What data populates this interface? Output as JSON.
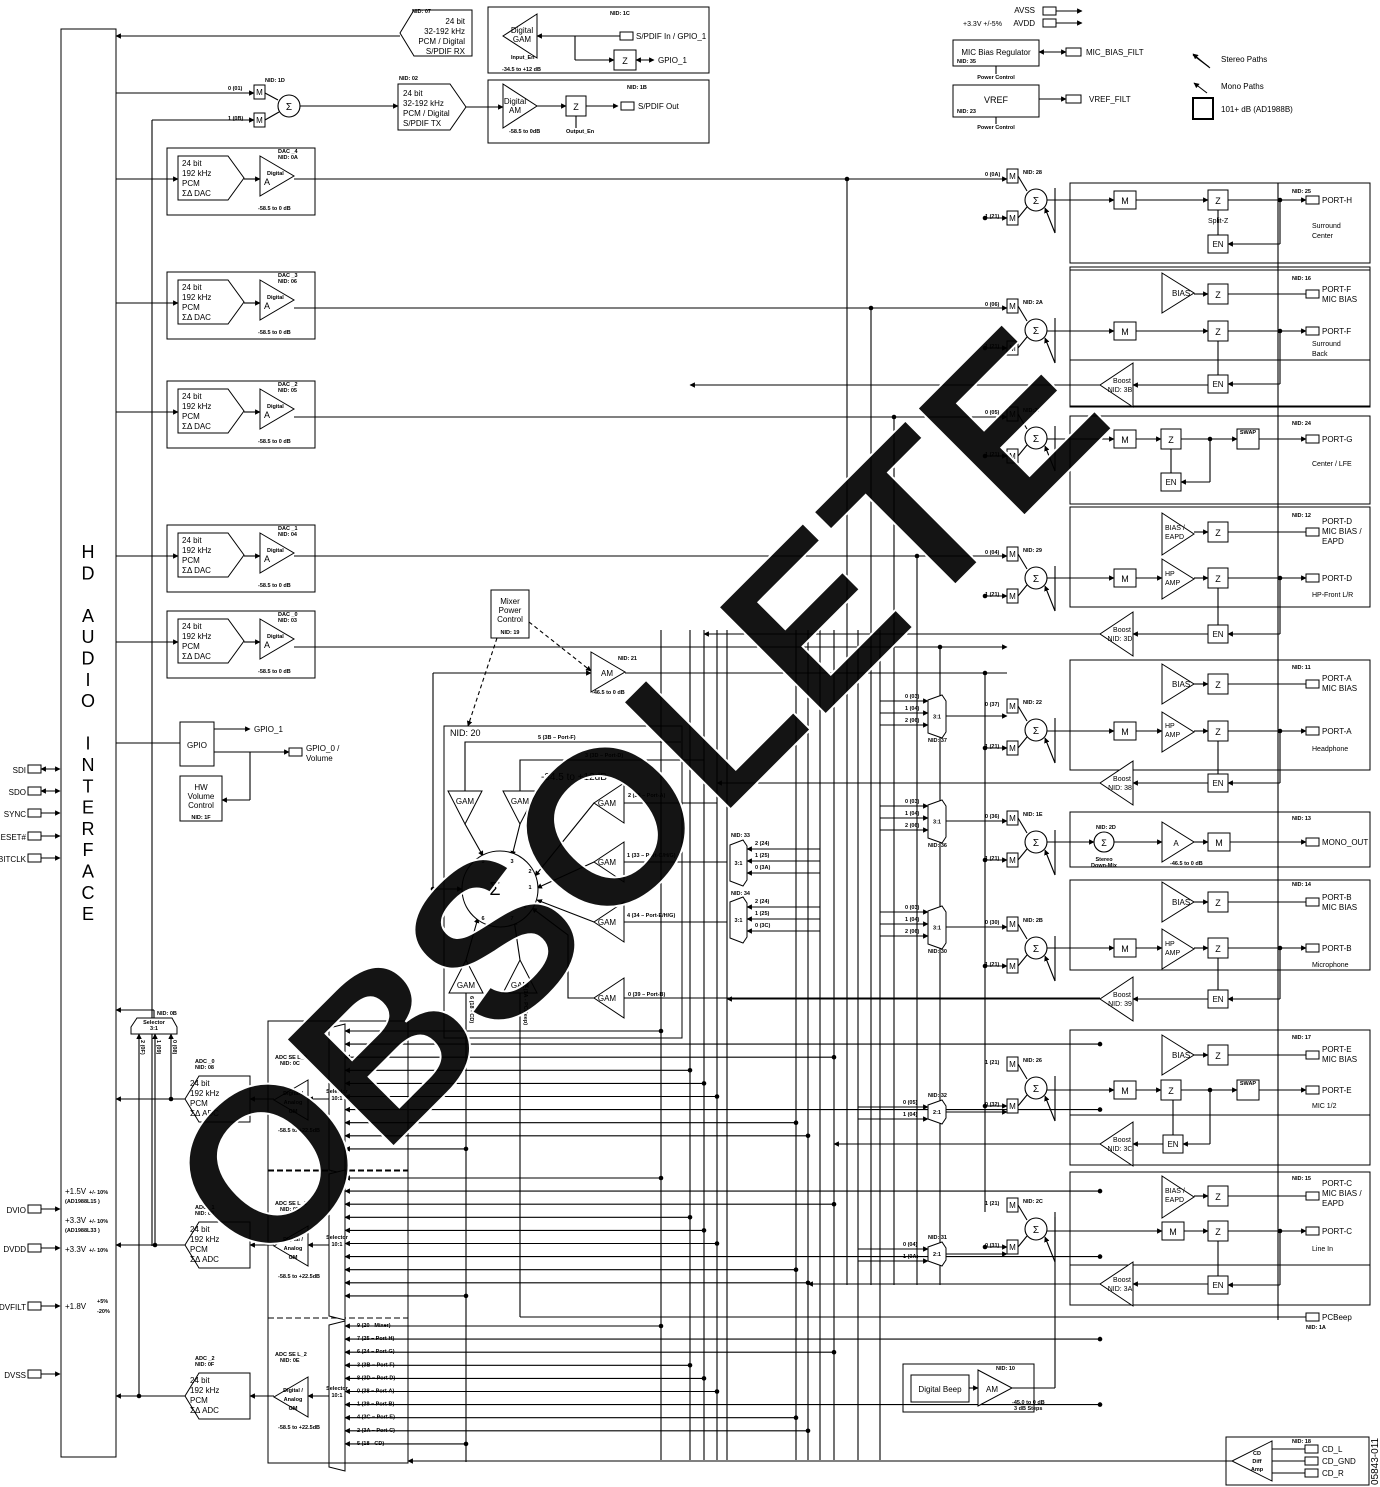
{
  "hd_interface_label": [
    "H",
    "D",
    "",
    "A",
    "U",
    "D",
    "I",
    "O",
    "",
    "I",
    "N",
    "T",
    "E",
    "R",
    "F",
    "A",
    "C",
    "E"
  ],
  "left_signals": [
    {
      "label": "SDI"
    },
    {
      "label": "SDO"
    },
    {
      "label": "SYNC"
    },
    {
      "label": "RESET#"
    },
    {
      "label": "BITCLK"
    },
    {
      "label": "DVIO"
    },
    {
      "label": "DVDD"
    },
    {
      "label": "DVFILT"
    },
    {
      "label": "DVSS"
    }
  ],
  "power_labels": {
    "v15": "+1.5V",
    "v15_tol": "+/- 10%",
    "v15_note": "(AD1988L15 )",
    "v33": "+3.3V",
    "v33_tol": "+/- 10%",
    "v33_note": "(AD1988L33 )",
    "v33b": "+3.3V",
    "v33b_tol": "+/- 10%",
    "v18": "+1.8V",
    "v18_tol_p": "+5%",
    "v18_tol_m": "-20%"
  },
  "top_right": {
    "avss": "AVSS",
    "avdd_supply": "+3.3V +/-5%",
    "avdd": "AVDD",
    "mic_bias_reg": "MIC Bias Regulator",
    "mic_bias_nid": "NID: 35",
    "mic_bias_filt": "MIC_BIAS_FILT",
    "vref": "VREF",
    "vref_nid": "NID: 23",
    "vref_filt": "VREF_FILT",
    "power_note": "Power Control"
  },
  "legend": {
    "stereo": "Stereo Paths",
    "mono": "Mono Paths",
    "box": "101+ dB (AD1988B)"
  },
  "spdif_rx": {
    "nid": "NID: 07",
    "lines": [
      "24 bit",
      "32-192 kHz",
      "PCM / Digital",
      "S/PDIF RX"
    ]
  },
  "spdif_tx": {
    "nid": "NID: 02",
    "lines": [
      "24 bit",
      "32-192 kHz",
      "PCM / Digital",
      "S/PDIF TX"
    ]
  },
  "spdif_in_block": {
    "nid": "NID: 1C",
    "amp": [
      "Digital",
      "GAM"
    ],
    "input_en": "Input_En",
    "range": "-34.5 to +12 dB",
    "z": "Z",
    "out1": "S/PDIF In / GPIO_1",
    "out2": "GPIO_1"
  },
  "spdif_out_block": {
    "nid": "NID: 1B",
    "amp": [
      "Digital",
      "AM"
    ],
    "z": "Z",
    "output_en": "Output_En",
    "range": "-58.5 to 0dB",
    "out": "S/PDIF Out"
  },
  "spdif_mix": {
    "nid": "NID: 1D",
    "in0": "0 (01)",
    "in1": "1 (0B)",
    "m": "M",
    "sum": "Σ"
  },
  "dacs": [
    {
      "name": "DAC _4",
      "nid": "NID: 0A"
    },
    {
      "name": "DAC _3",
      "nid": "NID: 06"
    },
    {
      "name": "DAC _2",
      "nid": "NID: 05"
    },
    {
      "name": "DAC _1",
      "nid": "NID: 04"
    },
    {
      "name": "DAC _0",
      "nid": "NID: 03"
    }
  ],
  "dac_lines": [
    "24 bit",
    "192 kHz",
    "PCM",
    "ΣΔ DAC"
  ],
  "dac_amp": [
    "Digital",
    "A"
  ],
  "dac_range": "-58.5 to 0 dB",
  "gpio": {
    "label": "GPIO",
    "out1": "GPIO_1",
    "out2": "GPIO_0 /",
    "out2b": "Volume"
  },
  "hw_volume": {
    "lines": [
      "HW",
      "Volume",
      "Control"
    ],
    "nid": "NID: 1F"
  },
  "mixer_power": {
    "lines": [
      "Mixer",
      "Power",
      "Control"
    ],
    "nid": "NID: 19"
  },
  "am21": {
    "nid": "NID: 21",
    "label": "AM",
    "range": "-46.5 to 0 dB"
  },
  "mixer20": {
    "nid": "NID: 20",
    "range": "-34.5 to +12dB",
    "sum": "Σ",
    "gam": "GAM",
    "inputs": [
      "5 (3B – Port-F)",
      "3 (3D – Port-D)",
      "2 (38 – Port-A)",
      "1 (33 – Port-C/H/G)",
      "4 (34 – Port-E/H/G)",
      "0 (39 – Port-B)",
      "6 (18 - CD)",
      "7 (1A - PCBeep)"
    ],
    "pins": [
      "5",
      "3",
      "2",
      "1",
      "0",
      "6",
      "7"
    ]
  },
  "selector0b": {
    "nid": "NID: 0B",
    "label": "Selector 3:1",
    "inputs": [
      "2 (0F)",
      "1 (09)",
      "0 (08)"
    ]
  },
  "adcs": [
    {
      "name": "ADC _0",
      "nid": "NID: 08",
      "sel": "ADC SE L_0",
      "sel_nid": "NID: 0C",
      "range": "-58.5 to +22.5dB"
    },
    {
      "name": "ADC _1",
      "nid": "NID: 09",
      "sel": "ADC SE L_1",
      "sel_nid": "NID: 0D",
      "range": "-58.5 to +22.5dB"
    },
    {
      "name": "ADC _2",
      "nid": "NID: 0F",
      "sel": "ADC SE L_2",
      "sel_nid": "NID: 0E",
      "range": "-58.5 to +22.5dB"
    }
  ],
  "adc_lines": [
    "24 bit",
    "192 kHz",
    "PCM",
    "ΣΔ ADC"
  ],
  "adc_amp": [
    "Digital /",
    "Analog",
    "GM"
  ],
  "adc_selector": [
    "Selector",
    "10:1"
  ],
  "adc_sel_inputs": [
    "9 (20 - Mixer)",
    "7 (25 – Port-H)",
    "6 (24 – Port-G)",
    "3 (3B – Port-F)",
    "8 (3D – Port-D)",
    "0 (38 – Port-A)",
    "1 (39 – Port-B)",
    "4 (3C – Port-E)",
    "2 (3A – Port-C)",
    "5 (18 - CD)"
  ],
  "sel33": {
    "nid": "NID: 33",
    "ratio": "3:1",
    "in": [
      "2 (24)",
      "1 (25)",
      "0 (3A)"
    ]
  },
  "sel34": {
    "nid": "NID: 34",
    "ratio": "3:1",
    "in": [
      "2 (24)",
      "1 (25)",
      "0 (3C)"
    ]
  },
  "sel37": {
    "nid": "NID: 37",
    "ratio": "3:1",
    "in": [
      "0 (03)",
      "1 (04)",
      "2 (06)"
    ]
  },
  "sel36": {
    "nid": "NID: 36",
    "ratio": "3:1",
    "in": [
      "0 (03)",
      "1 (04)",
      "2 (06)"
    ]
  },
  "sel30": {
    "nid": "NID: 30",
    "ratio": "3:1",
    "in": [
      "0 (03)",
      "1 (04)",
      "2 (06)"
    ]
  },
  "sel32": {
    "nid": "NID: 32",
    "ratio": "2:1",
    "in": [
      "0 (05)",
      "1 (04)"
    ]
  },
  "sel31": {
    "nid": "NID: 31",
    "ratio": "2:1",
    "in": [
      "0 (04)",
      "1 (0A)"
    ]
  },
  "mixers": [
    {
      "nid": "NID: 28",
      "in0": "0 (0A)",
      "in1": "1 (21)"
    },
    {
      "nid": "NID: 2A",
      "in0": "0 (06)",
      "in1": "1 (21)"
    },
    {
      "nid": "NID:27",
      "in0": "0 (05)",
      "in1": "1 (21)"
    },
    {
      "nid": "NID: 29",
      "in0": "0 (04)",
      "in1": "1 (21)"
    },
    {
      "nid": "NID: 22",
      "in0": "0 (37)",
      "in1": "1 (21)"
    },
    {
      "nid": "NID: 1E",
      "in0": "0 (36)",
      "in1": "1 (21)"
    },
    {
      "nid": "NID: 2B",
      "in0": "0 (30)",
      "in1": "1 (21)"
    },
    {
      "nid": "NID: 26",
      "in0": "1 (21)",
      "in1": "0 (32)"
    },
    {
      "nid": "NID: 2C",
      "in0": "1 (21)",
      "in1": "0 (31)"
    }
  ],
  "m": "M",
  "z": "Z",
  "en": "EN",
  "sum": "Σ",
  "bias": "BIAS",
  "bias_eapd": [
    "BIAS /",
    "EAPD"
  ],
  "hp_amp": [
    "HP",
    "AMP"
  ],
  "swap": "SWAP",
  "boosts": [
    {
      "label": "Boost",
      "nid": "NID: 3B"
    },
    {
      "label": "Boost",
      "nid": "NID: 3D"
    },
    {
      "label": "Boost",
      "nid": "NID: 38"
    },
    {
      "label": "Boost",
      "nid": "NID: 39"
    },
    {
      "label": "Boost",
      "nid": "NID: 3C"
    },
    {
      "label": "Boost",
      "nid": "NID: 3A"
    }
  ],
  "ports": [
    {
      "nid": "NID: 25",
      "pins": [
        "PORT-H"
      ],
      "desc": [
        "Surround",
        "Center"
      ],
      "note": "Split-Z"
    },
    {
      "nid": "NID: 16",
      "pins": [
        "PORT-F",
        "MIC BIAS"
      ],
      "pin2": [
        "PORT-F"
      ],
      "desc": [
        "Surround",
        "Back"
      ]
    },
    {
      "nid": "NID: 24",
      "pins": [
        "PORT-G"
      ],
      "desc": [
        "Center / LFE"
      ]
    },
    {
      "nid": "NID: 12",
      "pins": [
        "PORT-D",
        "MIC BIAS /",
        "EAPD"
      ],
      "pin2": [
        "PORT-D"
      ],
      "desc": [
        "HP-Front L/R"
      ]
    },
    {
      "nid": "NID: 11",
      "pins": [
        "PORT-A",
        "MIC BIAS"
      ],
      "pin2": [
        "PORT-A"
      ],
      "desc": [
        "Headphone"
      ]
    },
    {
      "nid": "NID: 13",
      "pins": [
        "MONO_OUT"
      ],
      "desc": []
    },
    {
      "nid": "NID: 14",
      "pins": [
        "PORT-B",
        "MIC BIAS"
      ],
      "pin2": [
        "PORT-B"
      ],
      "desc": [
        "Microphone"
      ]
    },
    {
      "nid": "NID: 17",
      "pins": [
        "PORT-E",
        "MIC BIAS"
      ],
      "pin2": [
        "PORT-E"
      ],
      "desc": [
        "MIC 1/2"
      ]
    },
    {
      "nid": "NID: 15",
      "pins": [
        "PORT-C",
        "MIC BIAS /",
        "EAPD"
      ],
      "pin2": [
        "PORT-C"
      ],
      "desc": [
        "Line In"
      ]
    }
  ],
  "mono": {
    "nid": "NID: 2D",
    "sum": "Σ",
    "sub": [
      "Stereo",
      "Down-Mix"
    ],
    "a": "A",
    "m": "M",
    "range": "-46.5 to 0 dB"
  },
  "pcbeep": {
    "label": "PCBeep",
    "nid": "NID: 1A"
  },
  "digital_beep": {
    "label": "Digital Beep",
    "nid": "NID: 10",
    "amp": "AM",
    "range1": "-45.0 to 0 dB",
    "range2": "3 dB Steps"
  },
  "cd": {
    "nid": "NID: 18",
    "amp": [
      "CD",
      "Diff",
      "Amp"
    ],
    "pins": [
      "CD_L",
      "CD_GND",
      "CD_R"
    ]
  },
  "watermark": "OBSOLETE",
  "figure_id": "05843-011"
}
